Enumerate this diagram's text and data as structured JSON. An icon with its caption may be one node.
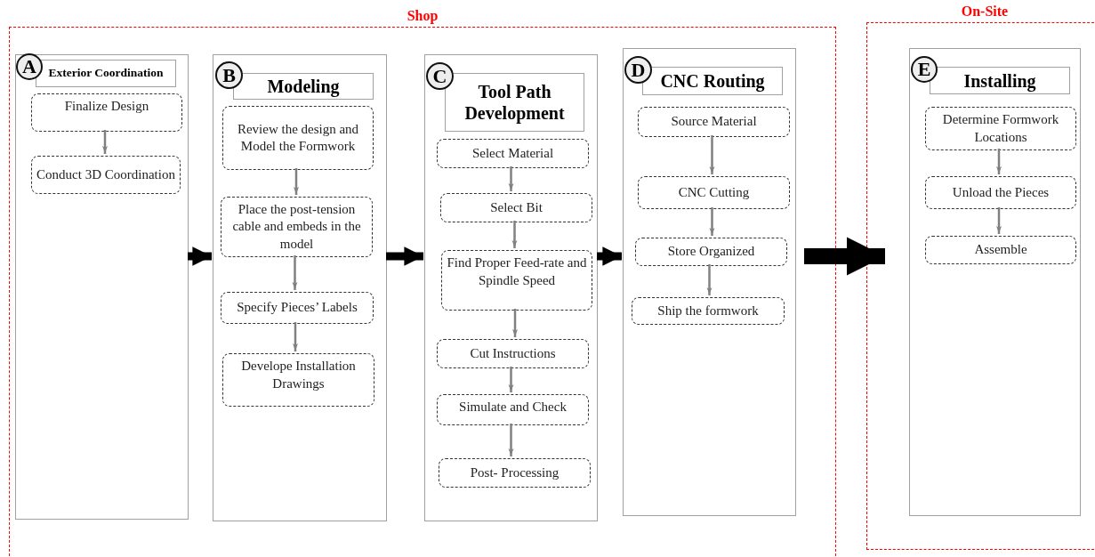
{
  "diagram": {
    "nodes": [
      {
        "text": [
          "Shop"
        ]
      },
      {
        "text": [
          "On-Site"
        ]
      },
      {
        "text": [],
        "shape": "box",
        "in": 0
      },
      {
        "text": [
          "A"
        ],
        "in": 2
      },
      {
        "text": [
          "Exterior Coordination"
        ],
        "in": 2
      },
      {
        "text": [
          "Finalize Design"
        ],
        "in": 2
      },
      {
        "text": [
          "Conduct 3D Coordination"
        ],
        "in": 2
      },
      {
        "text": [],
        "shape": "box",
        "in": 0
      },
      {
        "text": [
          "B"
        ],
        "in": 7
      },
      {
        "text": [
          "Modeling"
        ],
        "in": 7
      },
      {
        "text": [
          "Review the design and Model the Formwork"
        ],
        "in": 7
      },
      {
        "text": [
          "Place the post-tension cable and embeds in the model"
        ],
        "in": 7
      },
      {
        "text": [
          "Specify Pieces’ Labels"
        ],
        "in": 7
      },
      {
        "text": [
          "Develope Installation Drawings"
        ],
        "in": 7
      },
      {
        "text": [],
        "shape": "box",
        "in": 0
      },
      {
        "text": [
          "C"
        ],
        "in": 14
      },
      {
        "text": [
          "Tool Path Development"
        ],
        "in": 14
      },
      {
        "text": [
          "Select Material"
        ],
        "in": 14
      },
      {
        "text": [
          "Select Bit"
        ],
        "in": 14
      },
      {
        "text": [
          "Find Proper Feed-rate and Spindle Speed"
        ],
        "in": 14
      },
      {
        "text": [
          "Cut Instructions"
        ],
        "in": 14
      },
      {
        "text": [
          "Simulate and Check"
        ],
        "in": 14
      },
      {
        "text": [
          "Post- Processing"
        ],
        "in": 14
      },
      {
        "text": [],
        "shape": "box",
        "in": 0
      },
      {
        "text": [
          "D"
        ],
        "in": 23
      },
      {
        "text": [
          "CNC Routing"
        ],
        "in": 23
      },
      {
        "text": [
          "Source Material"
        ],
        "in": 23
      },
      {
        "text": [
          "CNC Cutting"
        ],
        "in": 23
      },
      {
        "text": [
          "Store Organized"
        ],
        "in": 23
      },
      {
        "text": [
          "Ship the formwork"
        ],
        "in": 23
      },
      {
        "text": [],
        "shape": "box",
        "in": 1
      },
      {
        "text": [
          "E"
        ],
        "in": 30
      },
      {
        "text": [
          "Installing"
        ],
        "in": 30
      },
      {
        "text": [
          "Determine Formwork Locations"
        ],
        "in": 30
      },
      {
        "text": [
          "Unload the Pieces"
        ],
        "in": 30
      },
      {
        "text": [
          "Assemble"
        ],
        "in": 30
      }
    ],
    "edges": [
      {
        "from": 5,
        "to": 6,
        "arrow": "to"
      },
      {
        "from": 10,
        "to": 11,
        "arrow": "to"
      },
      {
        "from": 11,
        "to": 12,
        "arrow": "to"
      },
      {
        "from": 12,
        "to": 13,
        "arrow": "to"
      },
      {
        "from": 17,
        "to": 18,
        "arrow": "to"
      },
      {
        "from": 18,
        "to": 19,
        "arrow": "to"
      },
      {
        "from": 19,
        "to": 20,
        "arrow": "to"
      },
      {
        "from": 20,
        "to": 21,
        "arrow": "to"
      },
      {
        "from": 21,
        "to": 22,
        "arrow": "to"
      },
      {
        "from": 26,
        "to": 27,
        "arrow": "to"
      },
      {
        "from": 27,
        "to": 28,
        "arrow": "to"
      },
      {
        "from": 28,
        "to": 29,
        "arrow": "to"
      },
      {
        "from": 33,
        "to": 34,
        "arrow": "to"
      },
      {
        "from": 34,
        "to": 35,
        "arrow": "to"
      },
      {
        "from": 2,
        "to": 7,
        "arrow": "to",
        "style": "thick",
        "color": "#000000"
      },
      {
        "from": 7,
        "to": 14,
        "arrow": "to",
        "style": "thick",
        "color": "#000000"
      },
      {
        "from": 14,
        "to": 23,
        "arrow": "to",
        "style": "thick",
        "color": "#000000"
      },
      {
        "from": 23,
        "to": 30,
        "arrow": "to",
        "style": "thick",
        "color": "#000000"
      }
    ]
  }
}
